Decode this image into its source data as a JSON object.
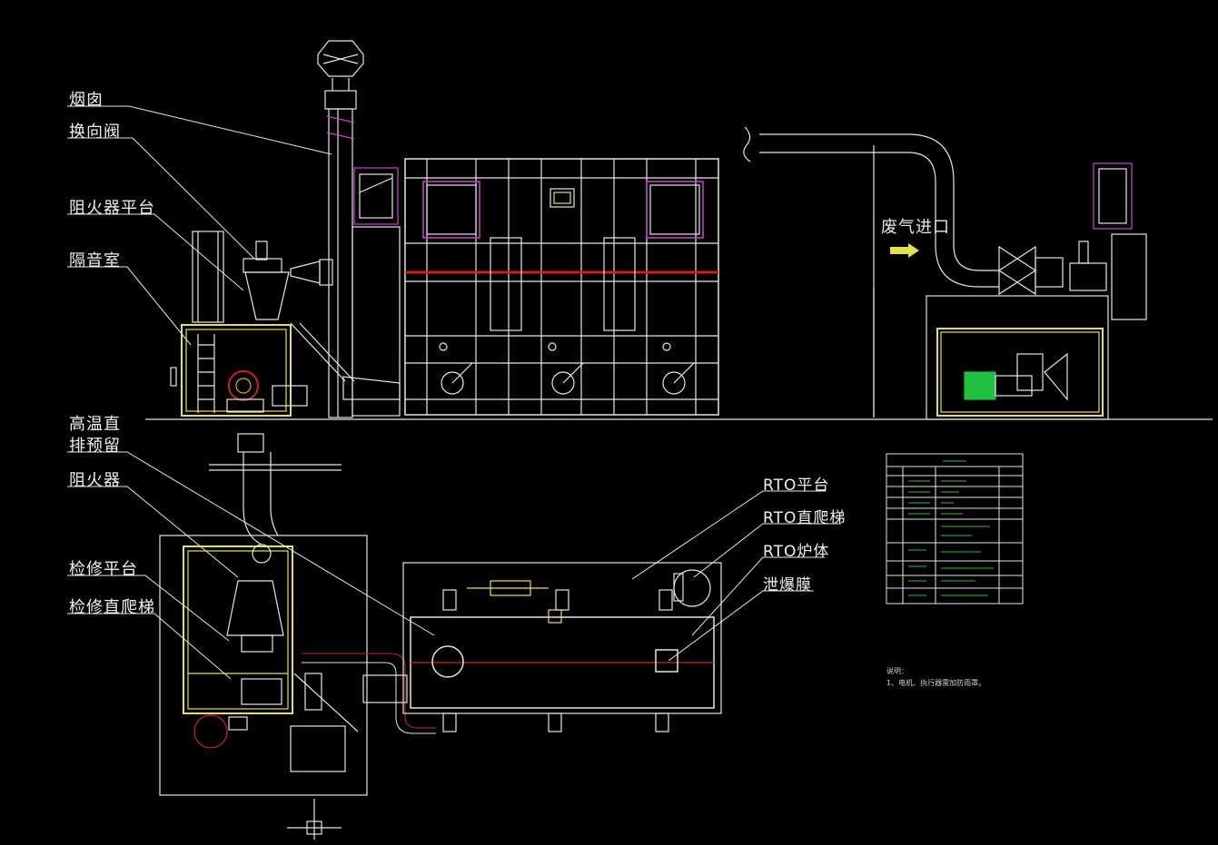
{
  "labels_left": {
    "chimney": "烟囱",
    "reversing_valve": "换向阀",
    "flame_arrester_platform": "阻火器平台",
    "soundproof_room": "隔音室",
    "high_temp_direct_1": "高温直",
    "high_temp_direct_2": "排预留",
    "flame_arrester": "阻火器",
    "maintenance_platform": "检修平台",
    "maintenance_ladder": "检修直爬梯"
  },
  "labels_right": {
    "rto_platform": "RTO平台",
    "rto_ladder": "RTO直爬梯",
    "rto_furnace": "RTO炉体",
    "explosion_membrane": "泄爆膜"
  },
  "waste_gas_inlet": "废气进口",
  "notes": {
    "title": "说明：",
    "line1": "1、电机、执行器需加防雨罩。"
  },
  "colors": {
    "background": "#000000",
    "frame_white": "#e6e6e6",
    "yellow": "#e8e04a",
    "magenta": "#d040d0",
    "red": "#d02020",
    "green": "#20c040",
    "cyan": "#40c8d8"
  }
}
